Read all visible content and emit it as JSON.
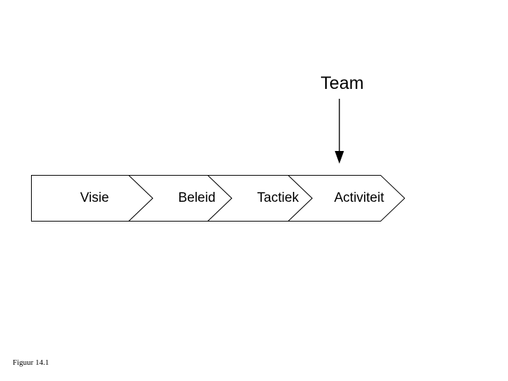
{
  "diagram": {
    "top_label": "Team",
    "arrow_icon": "arrow-down-icon",
    "stages": [
      {
        "label": "Visie"
      },
      {
        "label": "Beleid"
      },
      {
        "label": "Tactiek"
      },
      {
        "label": "Activiteit"
      }
    ],
    "caption": "Figuur 14.1",
    "colors": {
      "stroke": "#000000",
      "fill": "#ffffff",
      "text": "#000000"
    }
  }
}
